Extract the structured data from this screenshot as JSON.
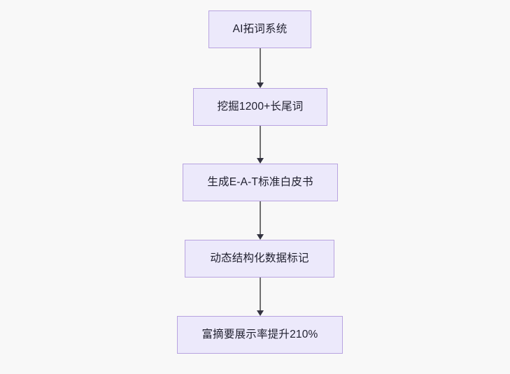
{
  "diagram": {
    "type": "flowchart",
    "direction": "top-to-bottom",
    "background_color": "#f8f8f8",
    "node_fill_color": "#ece9fb",
    "node_border_color": "#b8a3e0",
    "node_text_color": "#1f1f2e",
    "connector_line_color": "#707070",
    "connector_arrow_color": "#333340",
    "nodes": [
      {
        "id": "n1",
        "label": "AI拓词系统"
      },
      {
        "id": "n2",
        "label": "挖掘1200+长尾词"
      },
      {
        "id": "n3",
        "label": "生成E-A-T标准白皮书"
      },
      {
        "id": "n4",
        "label": "动态结构化数据标记"
      },
      {
        "id": "n5",
        "label": "富摘要展示率提升210%"
      }
    ],
    "edges": [
      {
        "from": "n1",
        "to": "n2",
        "label": ""
      },
      {
        "from": "n2",
        "to": "n3",
        "label": ""
      },
      {
        "from": "n3",
        "to": "n4",
        "label": ""
      },
      {
        "from": "n4",
        "to": "n5",
        "label": ""
      }
    ]
  }
}
